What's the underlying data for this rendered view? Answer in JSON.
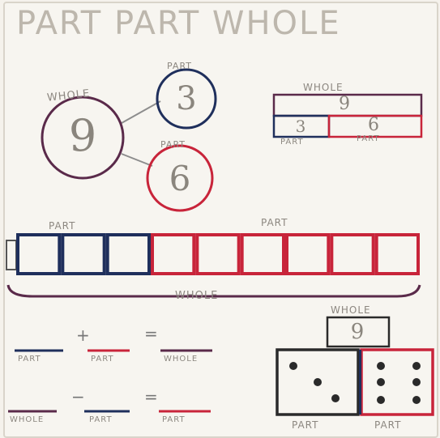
{
  "title": "PART PART WHOLE",
  "circle_model": {
    "whole_label": "WHOLE",
    "whole_value": "9",
    "part_top_label": "PART",
    "part_top_value": "3",
    "part_bottom_label": "PART",
    "part_bottom_value": "6"
  },
  "bar_model": {
    "whole_label": "WHOLE",
    "whole_value": "9",
    "part_left_value": "3",
    "part_right_value": "6",
    "part_left_label": "PART",
    "part_right_label": "PART"
  },
  "cube_model": {
    "part_left_label": "PART",
    "part_right_label": "PART",
    "whole_label": "WHOLE",
    "blue_count": 3,
    "red_count": 6
  },
  "equations": {
    "plus": "+",
    "equals_1": "=",
    "minus": "−",
    "equals_2": "=",
    "row1": [
      "PART",
      "PART",
      "WHOLE"
    ],
    "row2": [
      "WHOLE",
      "PART",
      "PART"
    ]
  },
  "dice_model": {
    "whole_label": "WHOLE",
    "whole_value": "9",
    "part_left_label": "PART",
    "part_right_label": "PART",
    "left_dots": 3,
    "right_dots": 6
  },
  "colors": {
    "blue": "#1f2f5c",
    "red": "#c8243a",
    "purple": "#5a2a4a",
    "ink": "#2a2a2a"
  }
}
